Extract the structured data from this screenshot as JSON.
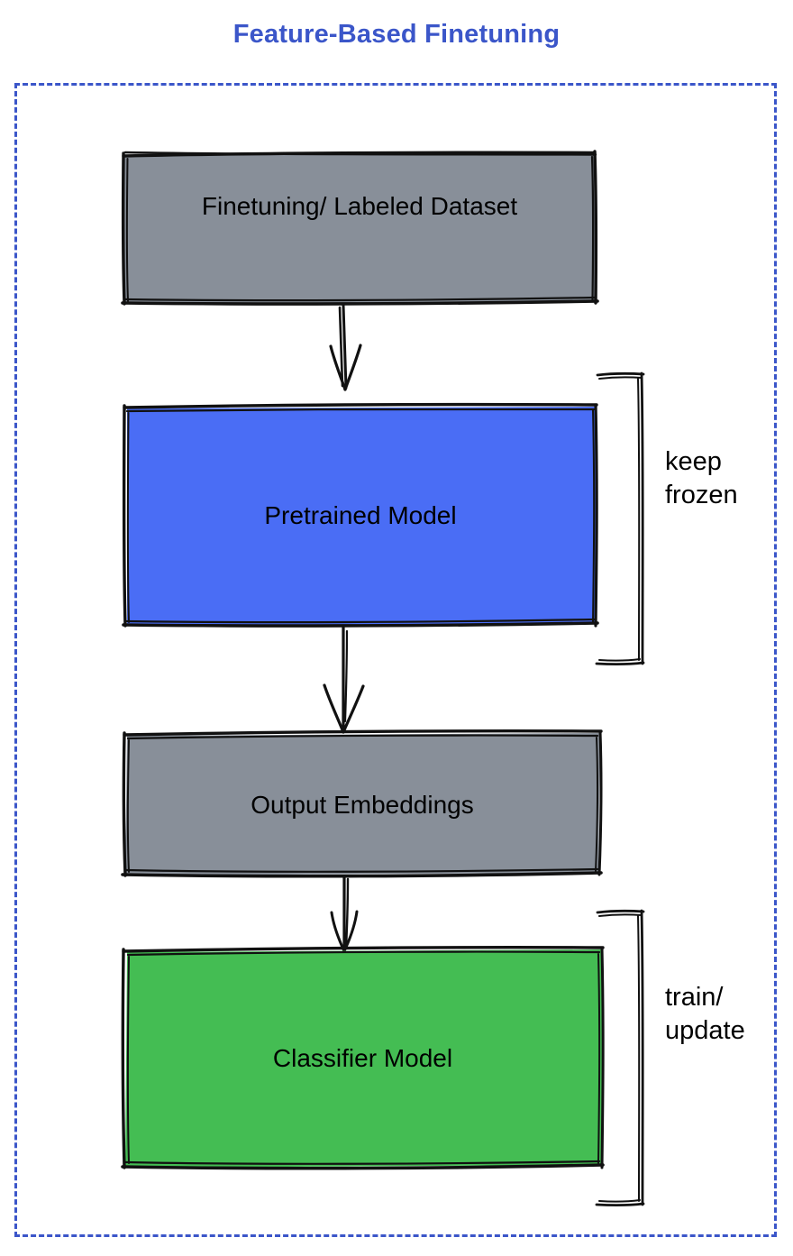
{
  "diagram": {
    "title": "Feature-Based Finetuning",
    "title_color": "#3b56c9",
    "frame": {
      "style": "dashed",
      "color": "#3b56c9"
    },
    "nodes": [
      {
        "id": "dataset",
        "label": "Finetuning/ Labeled Dataset",
        "fill": "#888f99",
        "stroke": "#000000"
      },
      {
        "id": "pretrained",
        "label": "Pretrained Model",
        "fill": "#4a6df5",
        "stroke": "#000000"
      },
      {
        "id": "embeddings",
        "label": "Output Embeddings",
        "fill": "#888f99",
        "stroke": "#000000"
      },
      {
        "id": "classifier",
        "label": "Classifier Model",
        "fill": "#44bd53",
        "stroke": "#000000"
      }
    ],
    "edges": [
      {
        "id": "edge-dataset-to-pretrained",
        "from": "dataset",
        "to": "pretrained",
        "style": "arrow"
      },
      {
        "id": "edge-pretrained-to-embeddings",
        "from": "pretrained",
        "to": "embeddings",
        "style": "arrow"
      },
      {
        "id": "edge-embeddings-to-classifier",
        "from": "embeddings",
        "to": "classifier",
        "style": "arrow"
      }
    ],
    "annotations": [
      {
        "id": "keep-frozen",
        "line1": "keep",
        "line2": "frozen",
        "text": "keep frozen",
        "target": "pretrained",
        "bracket": true
      },
      {
        "id": "train-update",
        "line1": "train/",
        "line2": "update",
        "text": "train/ update",
        "target": "classifier",
        "bracket": true
      }
    ]
  }
}
